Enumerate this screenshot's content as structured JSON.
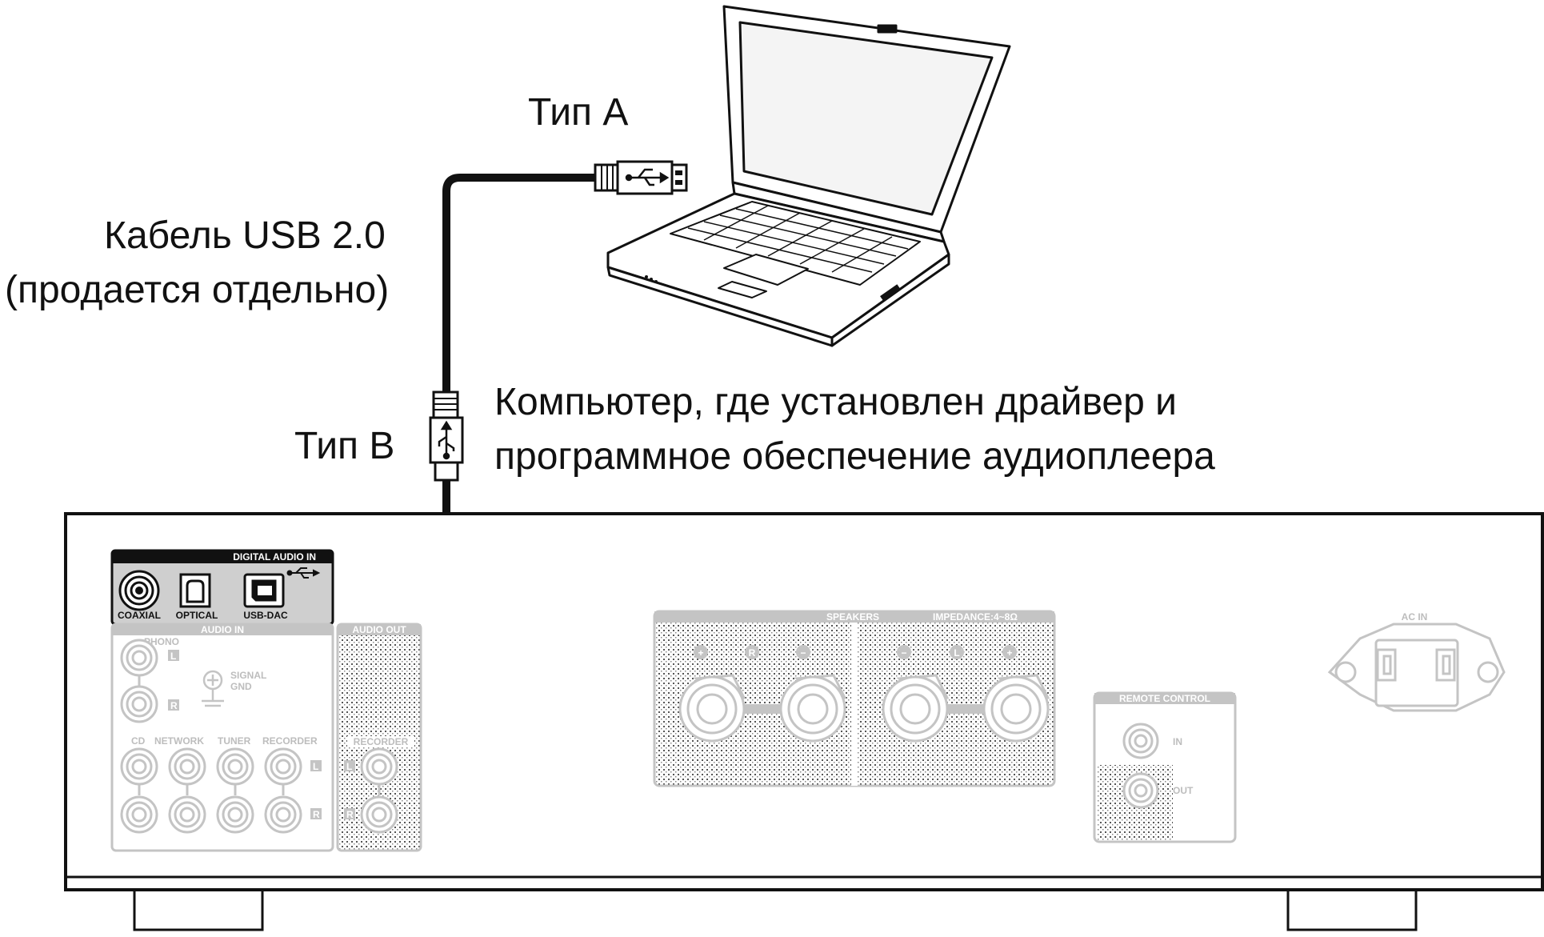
{
  "labels": {
    "type_a": "Тип A",
    "type_b": "Тип B",
    "cable_line1": "Кабель USB 2.0",
    "cable_line2": "(продается отдельно)",
    "computer_line1": "Компьютер, где установлен драйвер и",
    "computer_line2": "программное обеспечение аудиоплеера"
  },
  "rear_panel": {
    "digital_audio_in": "DIGITAL AUDIO IN",
    "coaxial": "COAXIAL",
    "optical": "OPTICAL",
    "usb_dac": "USB-DAC",
    "audio_in": "AUDIO IN",
    "phono": "PHONO",
    "signal_gnd_1": "SIGNAL",
    "signal_gnd_2": "GND",
    "cd": "CD",
    "network": "NETWORK",
    "tuner": "TUNER",
    "recorder_in": "RECORDER",
    "audio_out": "AUDIO OUT",
    "recorder_out": "RECORDER",
    "speakers": "SPEAKERS",
    "impedance": "IMPEDANCE:4~8Ω",
    "remote_control": "REMOTE CONTROL",
    "in": "IN",
    "out": "OUT",
    "ac_in": "AC IN",
    "ch_l": "L",
    "ch_r": "R",
    "plus": "+",
    "minus": "−"
  }
}
